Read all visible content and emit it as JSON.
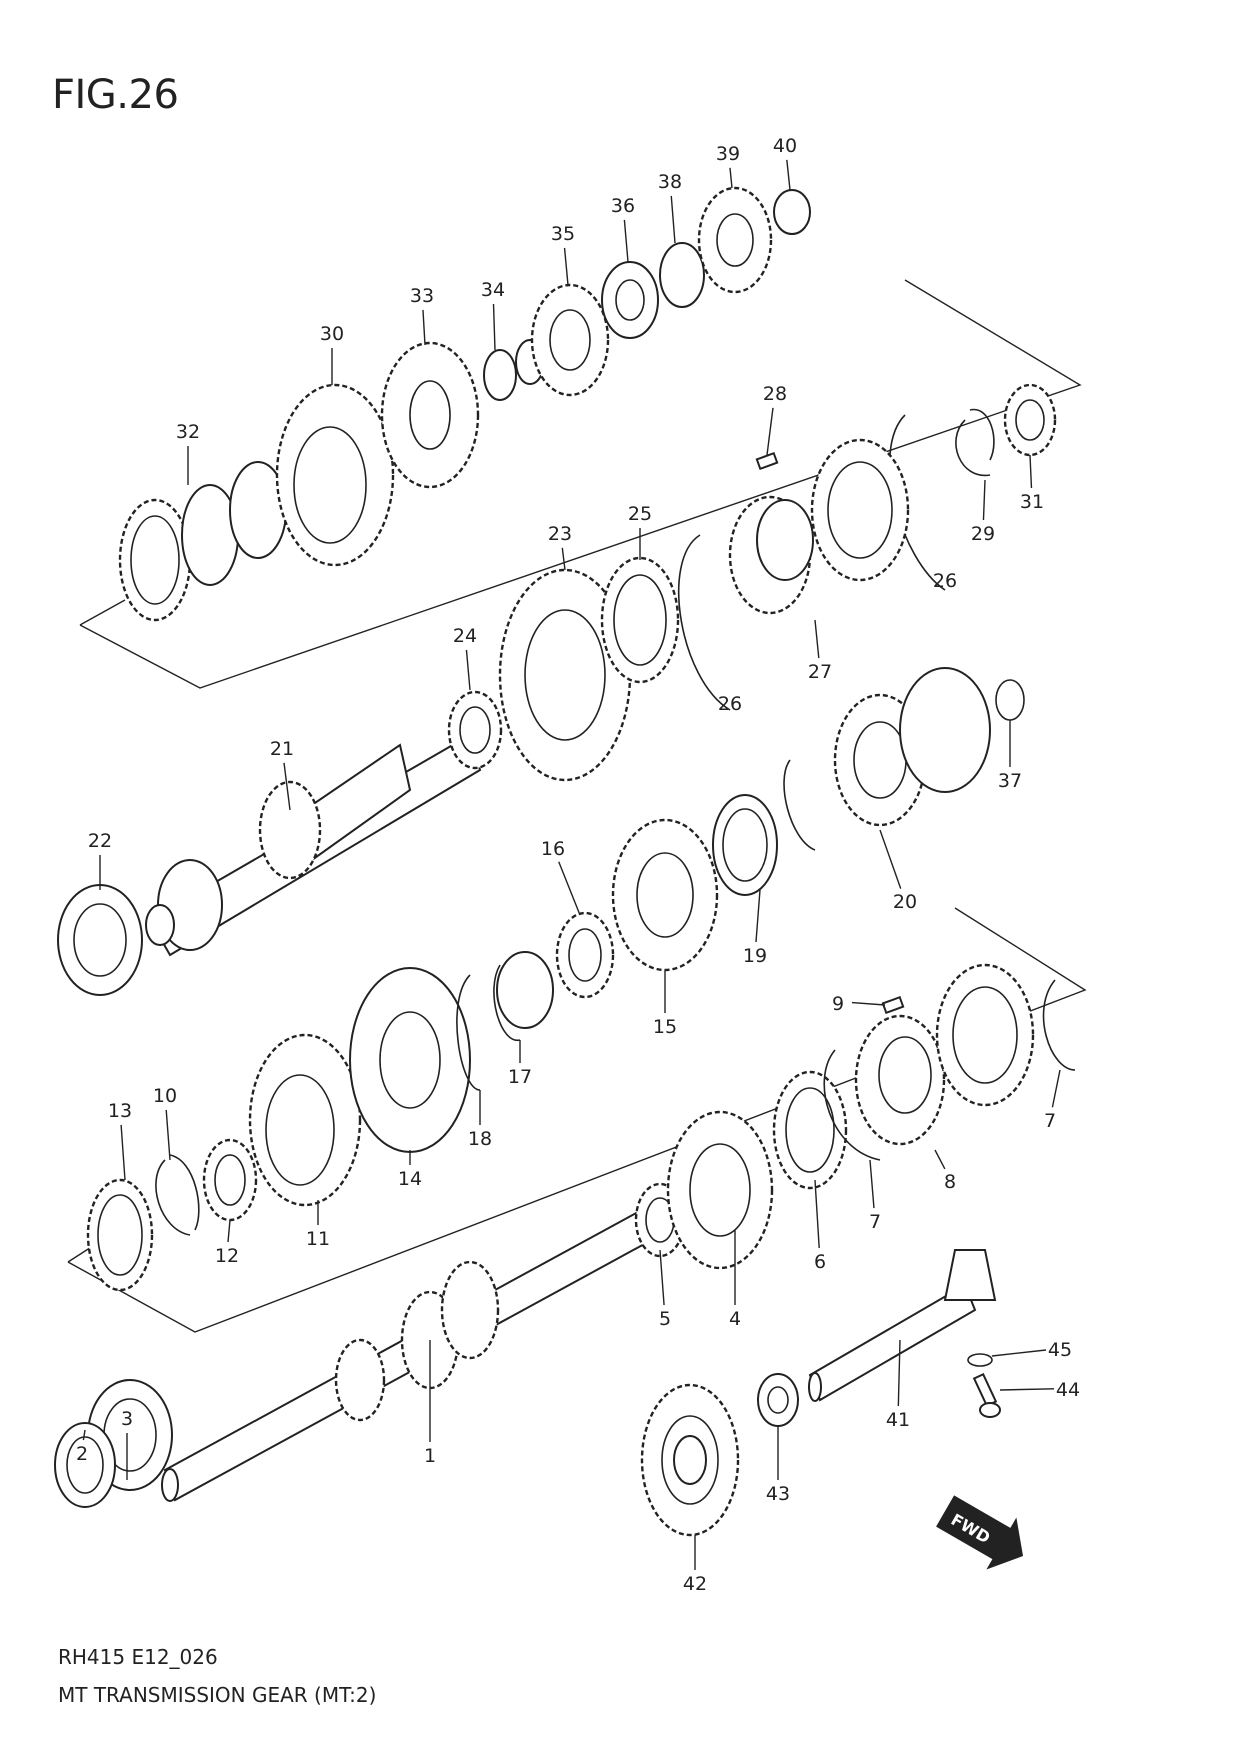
{
  "figure": {
    "title": "FIG.26",
    "code": "RH415 E12_026",
    "caption": "MT TRANSMISSION GEAR (MT:2)",
    "fwd_label": "FWD"
  },
  "callouts": [
    "1",
    "2",
    "3",
    "4",
    "5",
    "6",
    "7",
    "7",
    "8",
    "9",
    "10",
    "11",
    "12",
    "13",
    "14",
    "15",
    "16",
    "17",
    "18",
    "19",
    "20",
    "21",
    "22",
    "23",
    "24",
    "25",
    "26",
    "26",
    "27",
    "28",
    "29",
    "30",
    "31",
    "32",
    "33",
    "34",
    "35",
    "36",
    "37",
    "38",
    "39",
    "40",
    "41",
    "42",
    "43",
    "44",
    "45"
  ]
}
